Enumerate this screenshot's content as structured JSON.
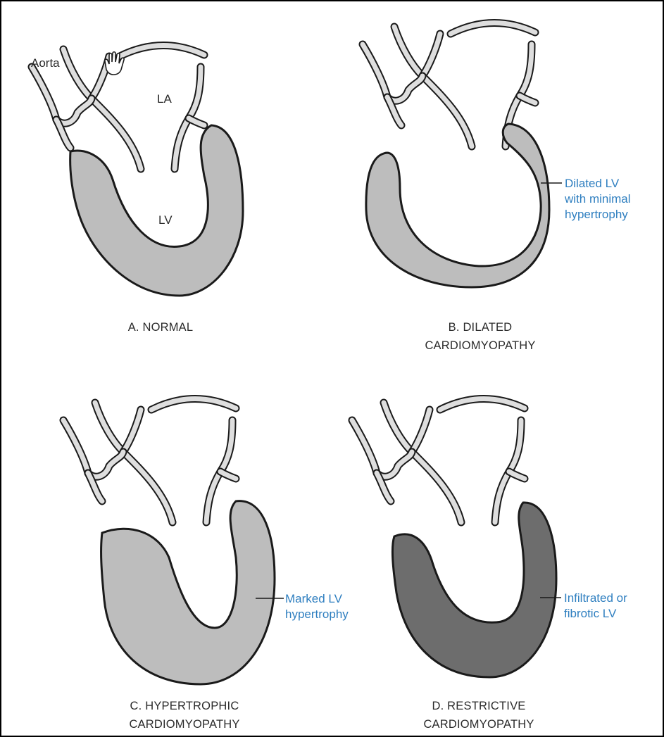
{
  "panels": [
    {
      "id": "normal",
      "caption_line1": "A. NORMAL",
      "caption_line2": "",
      "labels": {
        "aorta": "Aorta",
        "la": "LA",
        "lv": "LV"
      }
    },
    {
      "id": "dilated",
      "caption_line1": "B. DILATED",
      "caption_line2": "CARDIOMYOPATHY",
      "annotation": [
        "Dilated LV",
        "with minimal",
        "hypertrophy"
      ]
    },
    {
      "id": "hypertrophic",
      "caption_line1": "C. HYPERTROPHIC",
      "caption_line2": "CARDIOMYOPATHY",
      "annotation": [
        "Marked LV",
        "hypertrophy"
      ]
    },
    {
      "id": "restrictive",
      "caption_line1": "D. RESTRICTIVE",
      "caption_line2": "CARDIOMYOPATHY",
      "annotation": [
        "Infiltrated or",
        "fibrotic LV"
      ]
    }
  ],
  "colors": {
    "wall_normal": "#bdbdbd",
    "wall_restrictive": "#6d6d6d",
    "vessel_fill": "#dedede",
    "outline": "#1a1a1a",
    "annotation_text": "#2f7fc0"
  },
  "icons": {
    "cursor": "hand-pointer-icon"
  }
}
